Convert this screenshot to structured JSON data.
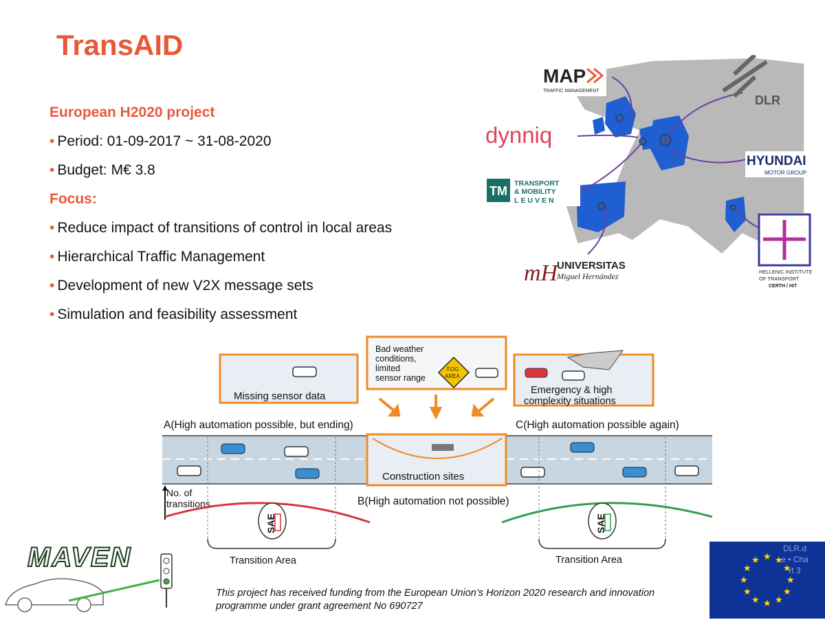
{
  "title": "TransAID",
  "project": {
    "heading": "European H2020 project",
    "bullets": [
      "Period: 01-09-2017 ~ 31-08-2020",
      "Budget: M€ 3.8"
    ]
  },
  "focus": {
    "heading": "Focus:",
    "bullets": [
      "Reduce impact of transitions of control in local areas",
      "Hierarchical Traffic Management",
      "Development of new V2X message sets",
      "Simulation and feasibility assessment"
    ]
  },
  "partners": {
    "map": {
      "name": "MAP",
      "sub": "TRAFFIC MANAGEMENT"
    },
    "dlr": "DLR",
    "dynniq": "dynniq",
    "hyundai": {
      "name": "HYUNDAI",
      "sub": "MOTOR GROUP"
    },
    "tml": {
      "line1": "TRANSPORT",
      "line2": "& MOBILITY",
      "line3": "LEUVEN"
    },
    "umh": {
      "line1": "UNIVERSITAS",
      "line2": "Miguel Hernández"
    },
    "hit": {
      "line1": "HELLENIC INSTITUTE",
      "line2": "OF TRANSPORT",
      "line3": "CERTH / HIT"
    }
  },
  "scheme": {
    "box_missing": "Missing sensor data",
    "box_weather": [
      "Bad weather",
      "conditions,",
      "limited",
      "sensor range"
    ],
    "fog_sign": [
      "FOG",
      "AREA"
    ],
    "box_emergency": [
      "Emergency & high",
      "complexity situations"
    ],
    "label_a": "A(High automation possible, but ending)",
    "label_c": "C(High automation possible again)",
    "construction": "Construction sites",
    "label_b": "B(High automation not possible)",
    "transitions_axis": [
      "No. of",
      "transitions"
    ],
    "sae": "SAE",
    "transition_area_1": "Transition Area",
    "transition_area_2": "Transition Area"
  },
  "maven": "MAVEN",
  "funding_note": "This project has received funding from the European Union’s Horizon 2020 research and innovation programme under grant agreement No 690727",
  "flag_note": "DLR.de • Chart 3",
  "colors": {
    "accent": "#e8593a",
    "map_highlight": "#1f5fd1",
    "link_line": "#6b3fa0",
    "box_orange": "#f08a24",
    "road": "#c8d6e2",
    "curve_red": "#d9343e",
    "curve_green": "#2e9e4f",
    "eu_blue": "#0f3296",
    "eu_star": "#ffdd00"
  }
}
